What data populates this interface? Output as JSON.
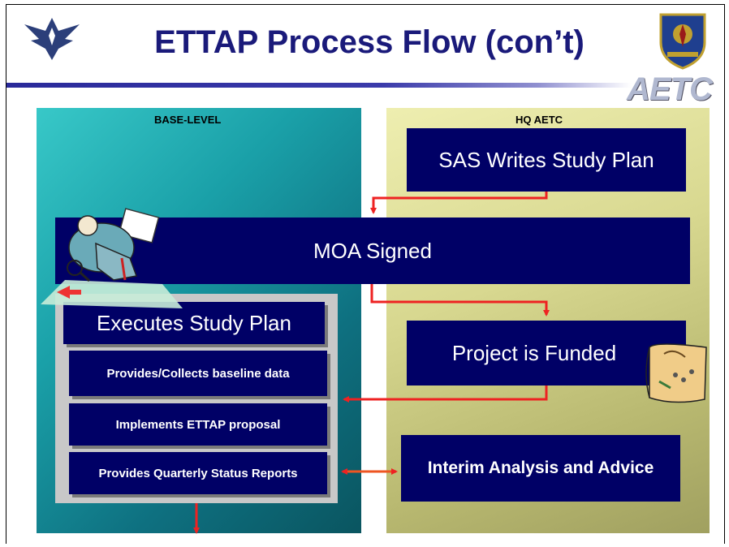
{
  "slide": {
    "title": "ETTAP Process Flow (con’t)",
    "brand_text": "AETC"
  },
  "lanes": {
    "base_label": "BASE-LEVEL",
    "hq_label": "HQ AETC"
  },
  "steps": {
    "study_plan": "SAS Writes Study Plan",
    "moa": "MOA Signed",
    "funded": "Project is Funded",
    "interim": "Interim Analysis and Advice",
    "executes": "Executes Study Plan",
    "sub_items": [
      "Provides/Collects baseline data",
      "Implements ETTAP proposal",
      "Provides Quarterly Status Reports"
    ]
  },
  "colors": {
    "navy_box": "#000066",
    "title": "#1a1a7a",
    "arrow": "#ee2222",
    "base_panel": "#1aa0a8",
    "hq_panel": "#d8d890"
  },
  "icons": {
    "left_logo": "air-force-wings-logo",
    "right_logo": "aetc-shield-emblem",
    "clipart_left": "person-with-magnifier-clipart",
    "clipart_right": "money-scroll-clipart"
  }
}
